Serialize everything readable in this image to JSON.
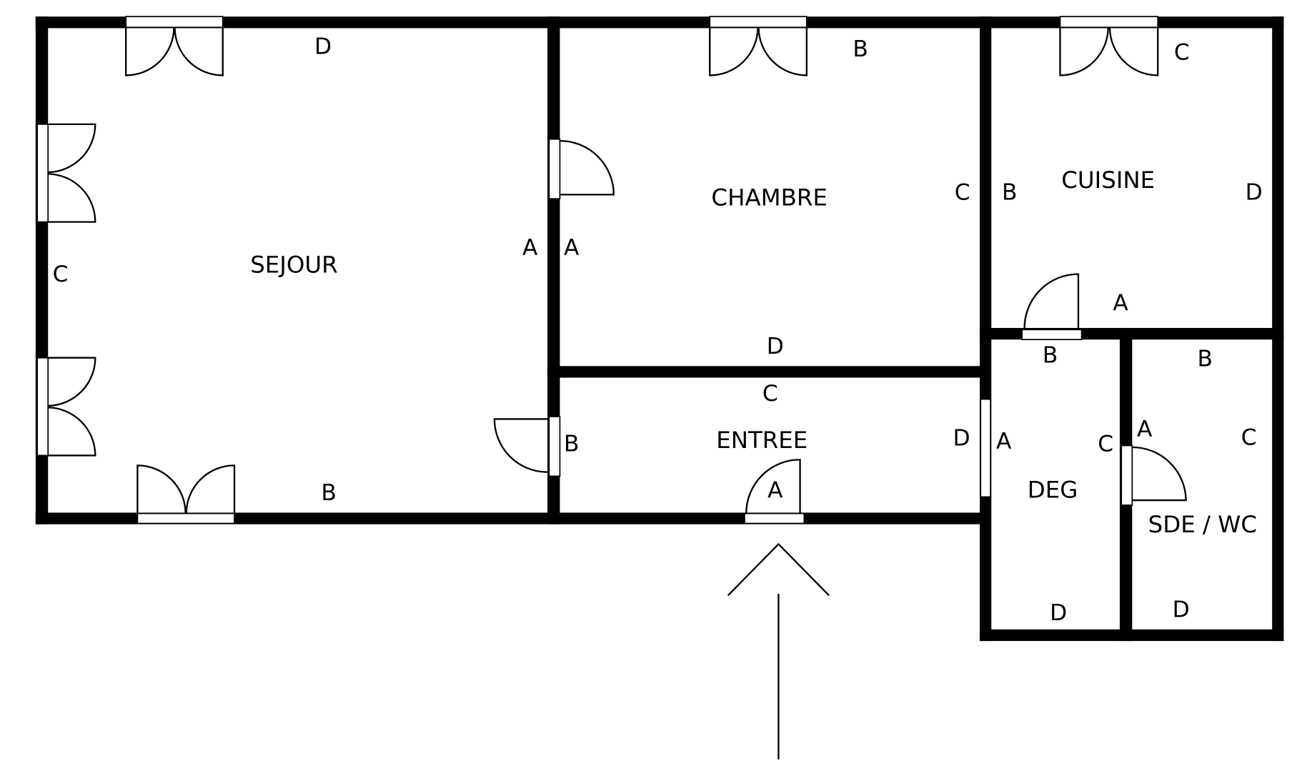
{
  "plan": {
    "rooms": {
      "sejour": "SEJOUR",
      "chambre": "CHAMBRE",
      "cuisine": "CUISINE",
      "entree": "ENTREE",
      "deg": "DEG",
      "sde_wc": "SDE / WC"
    },
    "wall_labels": {
      "sejour": {
        "a": "A",
        "b": "B",
        "c": "C",
        "d": "D"
      },
      "chambre": {
        "a": "A",
        "b": "B",
        "c": "C",
        "d": "D"
      },
      "cuisine": {
        "a": "A",
        "b": "B",
        "c": "C",
        "d": "D"
      },
      "entree": {
        "a": "A",
        "b": "B",
        "c": "C",
        "d": "D"
      },
      "deg": {
        "a": "A",
        "b": "B",
        "c": "C",
        "d": "D"
      },
      "sde_wc": {
        "a": "A",
        "b": "B",
        "c": "C",
        "d": "D"
      }
    },
    "colors": {
      "wall": "#000000",
      "background": "#ffffff"
    }
  }
}
